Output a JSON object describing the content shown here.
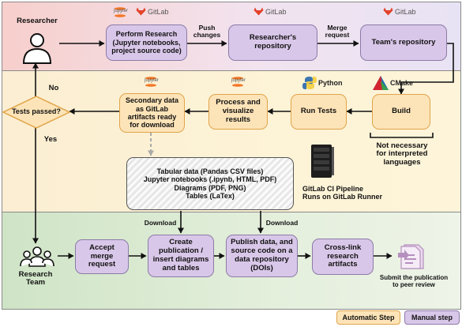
{
  "actors": {
    "researcher": "Researcher",
    "team": "Research\nTeam"
  },
  "top": {
    "perform": "Perform Research\n(Jupyter notebooks,\nproject source code)",
    "push": "Push\nchanges",
    "researcher_repo": "Researcher's\nrepository",
    "merge": "Merge\nrequest",
    "team_repo": "Team's repository"
  },
  "middle": {
    "decision": "Tests passed?",
    "no": "No",
    "yes": "Yes",
    "secondary": "Secondary data\nas GitLab\nartifacts ready\nfor download",
    "process": "Process and\nvisualize\nresults",
    "run_tests": "Run Tests",
    "build": "Build",
    "not_necessary": "Not necessary\nfor interpreted\nlanguages",
    "data_box": "Tabular data (Pandas CSV files)\nJupyter notebooks (.ipynb, HTML, PDF)\nDiagrams (PDF, PNG)\nTables (LaTex)",
    "ci": "GitLab CI Pipeline\nRuns on GitLab Runner"
  },
  "bottom": {
    "download1": "Download",
    "download2": "Download",
    "accept": "Accept merge\nrequest",
    "create": "Create\npublication /\ninsert diagrams\nand tables",
    "publish": "Publish  data, and\nsource code on a\ndata repository\n(DOIs)",
    "crosslink": "Cross-link\nresearch\nartifacts",
    "submit": "Submit the publication\nto peer review"
  },
  "tools": {
    "gitlab": "GitLab",
    "jupyter": "jupyter",
    "python": "Python",
    "cmake": "CMake"
  },
  "legend": {
    "automatic": "Automatic Step",
    "manual": "Manual step"
  },
  "colors": {
    "top_band": "#f8d4d0",
    "middle_band": "#fcefcf",
    "bottom_band": "#d7e8cf",
    "manual_fill": "#d9c7e9",
    "auto_fill": "#fde4b8",
    "gitlab_orange": "#e2432a"
  }
}
